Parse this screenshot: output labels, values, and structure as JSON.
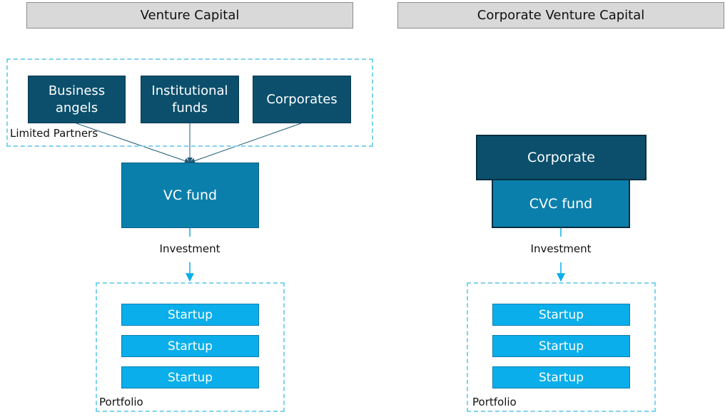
{
  "vc": {
    "header": "Venture Capital",
    "lp_label": "Limited Partners",
    "lp_items": [
      {
        "label": "Business\nangels"
      },
      {
        "label": "Institutional\nfunds"
      },
      {
        "label": "Corporates"
      }
    ],
    "fund_label": "VC fund",
    "investment_label": "Investment",
    "portfolio_label": "Portfolio",
    "startups": [
      "Startup",
      "Startup",
      "Startup"
    ]
  },
  "cvc": {
    "header": "Corporate Venture Capital",
    "corporate_label": "Corporate",
    "fund_label": "CVC fund",
    "investment_label": "Investment",
    "portfolio_label": "Portfolio",
    "startups": [
      "Startup",
      "Startup",
      "Startup"
    ]
  },
  "colors": {
    "dark_navy": "#0b4f6c",
    "mid_blue": "#0b7fab",
    "light_blue": "#0aaeea",
    "dashed_border": "#7fd3ef",
    "header_gray": "#d9d9d9"
  }
}
